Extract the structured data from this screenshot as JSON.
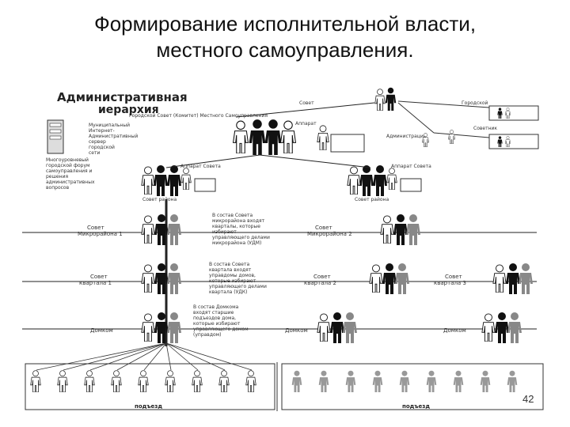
{
  "slide": {
    "title_line1": "Формирование исполнительной власти,",
    "title_line2": "местного самоуправления.",
    "page_number": "42"
  },
  "diagram": {
    "heading_line1": "Административная",
    "heading_line2": "иерархия",
    "top_caption": "Городской Совет (Комитет) Местного Самоуправления",
    "side_note_lines": [
      "Муниципальный",
      "Интернет-",
      "Административный",
      "сервер",
      "городской",
      "сети"
    ],
    "forum_note_lines": [
      "Многоуровневый",
      "городской форум",
      "самоуправления и",
      "решения",
      "административных",
      "вопросов"
    ],
    "right_top_labels": [
      "Совет",
      "Городской",
      "Советник",
      "Аппарат",
      "Администрации"
    ],
    "mid_labels": [
      "Аппарат Совета",
      "Совет района"
    ],
    "level2_left": [
      "Совет",
      "Микрорайона 1"
    ],
    "level2_right": [
      "Совет",
      "Микрорайона 2"
    ],
    "level2_note_lines": [
      "В состав Совета",
      "микрорайона входят",
      "кварталы, которые",
      "избирают",
      "управляющего делами",
      "микрорайона (УДМ)"
    ],
    "level3_left": [
      "Совет",
      "квартала 1"
    ],
    "level3_mid": [
      "Совет",
      "квартала 2"
    ],
    "level3_right": [
      "Совет",
      "квартала 3"
    ],
    "level3_note_lines": [
      "В состав Совета",
      "квартала входят",
      "управдомы домов,",
      "которые избирают",
      "управляющего делами",
      "квартала (УДК)"
    ],
    "level4_left": "Домком",
    "level4_mid": "Домком",
    "level4_right": "Домком",
    "level4_note_lines": [
      "В состав Домкома",
      "входят старшие",
      "подъездов дома,",
      "которые избирают",
      "управляющего домом",
      "(управдом)"
    ],
    "entrance_label": "подъезд",
    "colors": {
      "line": "#222222",
      "figure_dark": "#111111",
      "figure_gray": "#8a8a8a",
      "figure_light": "#ffffff"
    }
  }
}
